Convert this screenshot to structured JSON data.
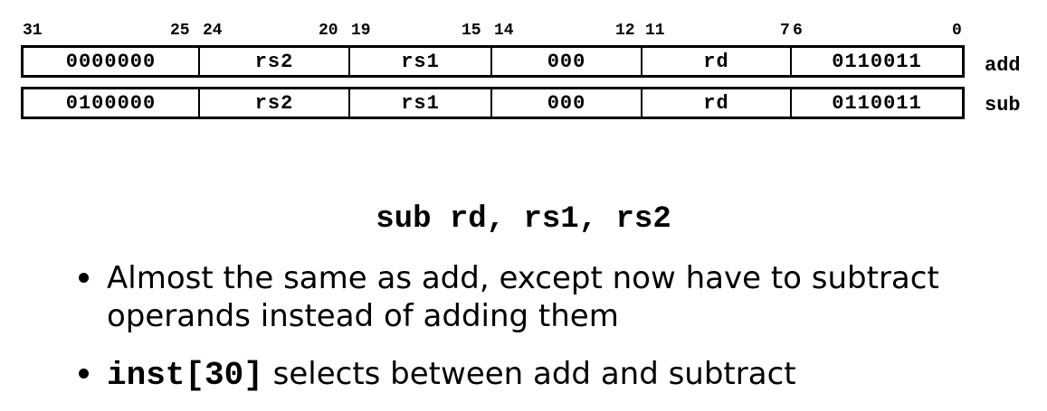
{
  "bit_positions": [
    "31",
    "25",
    "24",
    "20",
    "19",
    "15",
    "14",
    "12",
    "11",
    "7",
    "6",
    "0"
  ],
  "encodings": [
    {
      "fields": [
        "0000000",
        "rs2",
        "rs1",
        "000",
        "rd",
        "0110011"
      ],
      "label": "add"
    },
    {
      "fields": [
        "0100000",
        "rs2",
        "rs1",
        "000",
        "rd",
        "0110011"
      ],
      "label": "sub"
    }
  ],
  "syntax": "sub rd, rs1, rs2",
  "bullets": [
    {
      "line1": "Almost the same as add, except now have to subtract",
      "line2": "operands instead of adding them"
    },
    {
      "code": "inst[30]",
      "text": " selects between add and subtract"
    }
  ]
}
